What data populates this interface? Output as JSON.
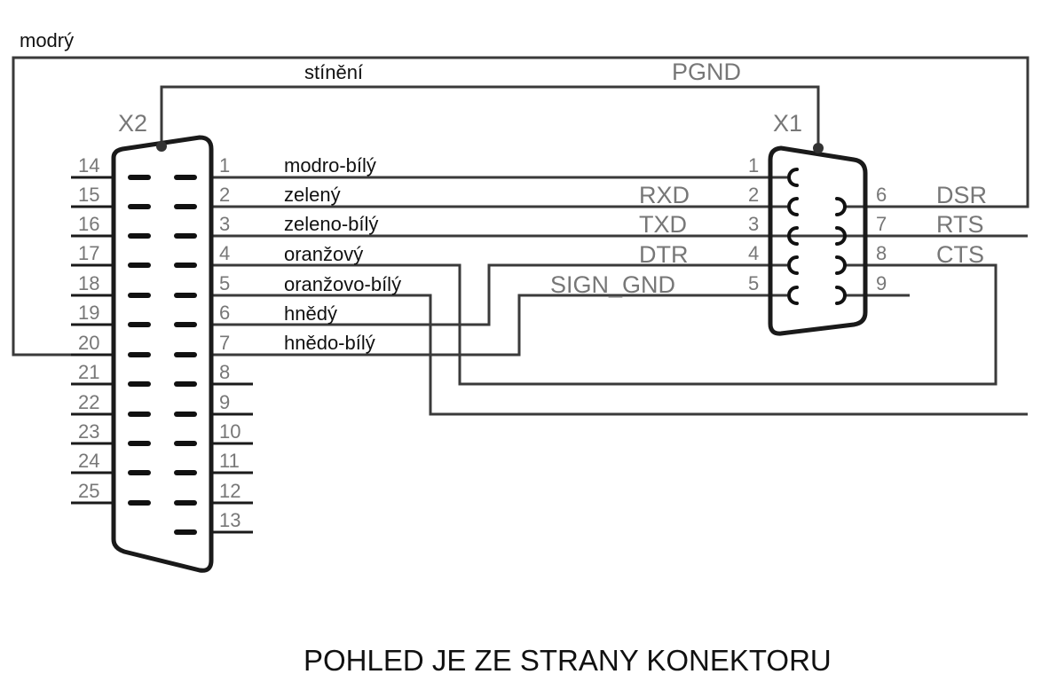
{
  "connectors": {
    "x2_label": "X2",
    "x1_label": "X1"
  },
  "wires": {
    "modry": "modrý",
    "stineni": "stínění",
    "pgnd": "PGND",
    "pin1": "modro-bílý",
    "pin2": "zelený",
    "pin3": "zeleno-bílý",
    "pin4": "oranžový",
    "pin5": "oranžovo-bílý",
    "pin6": "hnědý",
    "pin7": "hnědo-bílý"
  },
  "x2_pins": {
    "right": [
      "1",
      "2",
      "3",
      "4",
      "5",
      "6",
      "7",
      "8",
      "9",
      "10",
      "11",
      "12",
      "13"
    ],
    "left": [
      "14",
      "15",
      "16",
      "17",
      "18",
      "19",
      "20",
      "21",
      "22",
      "23",
      "24",
      "25"
    ]
  },
  "x1_pins": {
    "left": [
      "1",
      "2",
      "3",
      "4",
      "5"
    ],
    "right": [
      "6",
      "7",
      "8",
      "9"
    ]
  },
  "signals": {
    "rxd": "RXD",
    "txd": "TXD",
    "dtr": "DTR",
    "sign_gnd": "SIGN_GND",
    "dsr": "DSR",
    "rts": "RTS",
    "cts": "CTS"
  },
  "footer": "POHLED JE ZE STRANY KONEKTORU"
}
